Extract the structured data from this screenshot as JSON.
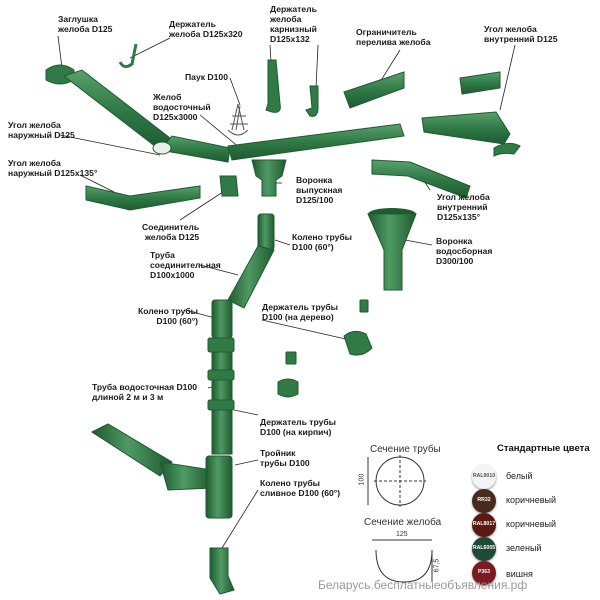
{
  "colors": {
    "pipe": "#2f7a45",
    "pipe_dark": "#1f5a31",
    "pipe_light": "#5aa06b",
    "leader": "#222222"
  },
  "parts": [
    {
      "id": "end-cap",
      "label": "Заглушка\nжелоба D125"
    },
    {
      "id": "gutter-holder",
      "label": "Держатель\nжелоба D125x320"
    },
    {
      "id": "eave-holder",
      "label": "Держатель\nжелоба\nкарнизный\nD125x132"
    },
    {
      "id": "overflow-limiter",
      "label": "Ограничитель\nперелива желоба"
    },
    {
      "id": "inner-corner",
      "label": "Угол желоба\nвнутренний D125"
    },
    {
      "id": "spider",
      "label": "Паук D100"
    },
    {
      "id": "gutter",
      "label": "Желоб\nводосточный\nD125x3000"
    },
    {
      "id": "outer-corner",
      "label": "Угол желоба\nнаружный D125"
    },
    {
      "id": "outer-corner-135",
      "label": "Угол желоба\nнаружный D125x135°"
    },
    {
      "id": "outlet-funnel",
      "label": "Воронка\nвыпускная\nD125/100"
    },
    {
      "id": "inner-corner-135",
      "label": "Угол желоба\nвнутренний\nD125x135°"
    },
    {
      "id": "connector",
      "label": "Соединитель\nжелоба D125"
    },
    {
      "id": "elbow-60-top",
      "label": "Колено трубы\nD100 (60°)"
    },
    {
      "id": "collector-funnel",
      "label": "Воронка\nводосборная\nD300/100"
    },
    {
      "id": "connecting-pipe",
      "label": "Труба\nсоединительная\nD100x1000"
    },
    {
      "id": "elbow-60-mid",
      "label": "Колено трубы\nD100 (60°)"
    },
    {
      "id": "holder-wood",
      "label": "Держатель трубы\nD100 (на дерево)"
    },
    {
      "id": "downpipe",
      "label": "Труба водосточная D100\nдлиной 2 м и 3 м"
    },
    {
      "id": "holder-brick",
      "label": "Держатель трубы\nD100 (на кирпич)"
    },
    {
      "id": "tee",
      "label": "Тройник\nтрубы D100"
    },
    {
      "id": "drain-elbow",
      "label": "Колено трубы\nсливное D100 (60°)"
    }
  ],
  "sections": {
    "pipe_title": "Сечение трубы",
    "pipe_dim": "100",
    "gutter_title": "Сечение желоба",
    "gutter_width": "125",
    "gutter_depth": "67,5"
  },
  "standard_colors": {
    "title": "Стандартные цвета",
    "items": [
      {
        "code": "RAL9010",
        "name": "белый",
        "color": "#f4f4f4"
      },
      {
        "code": "RR32",
        "name": "коричневый",
        "color": "#4a2a1a"
      },
      {
        "code": "RAL8017",
        "name": "коричневый",
        "color": "#5a1a12"
      },
      {
        "code": "RAL6005",
        "name": "зеленый",
        "color": "#1e4a3a"
      },
      {
        "code": "P363",
        "name": "вишня",
        "color": "#7a1a22"
      }
    ]
  },
  "watermark": "Беларусь.бесплатныеобъявления.рф"
}
